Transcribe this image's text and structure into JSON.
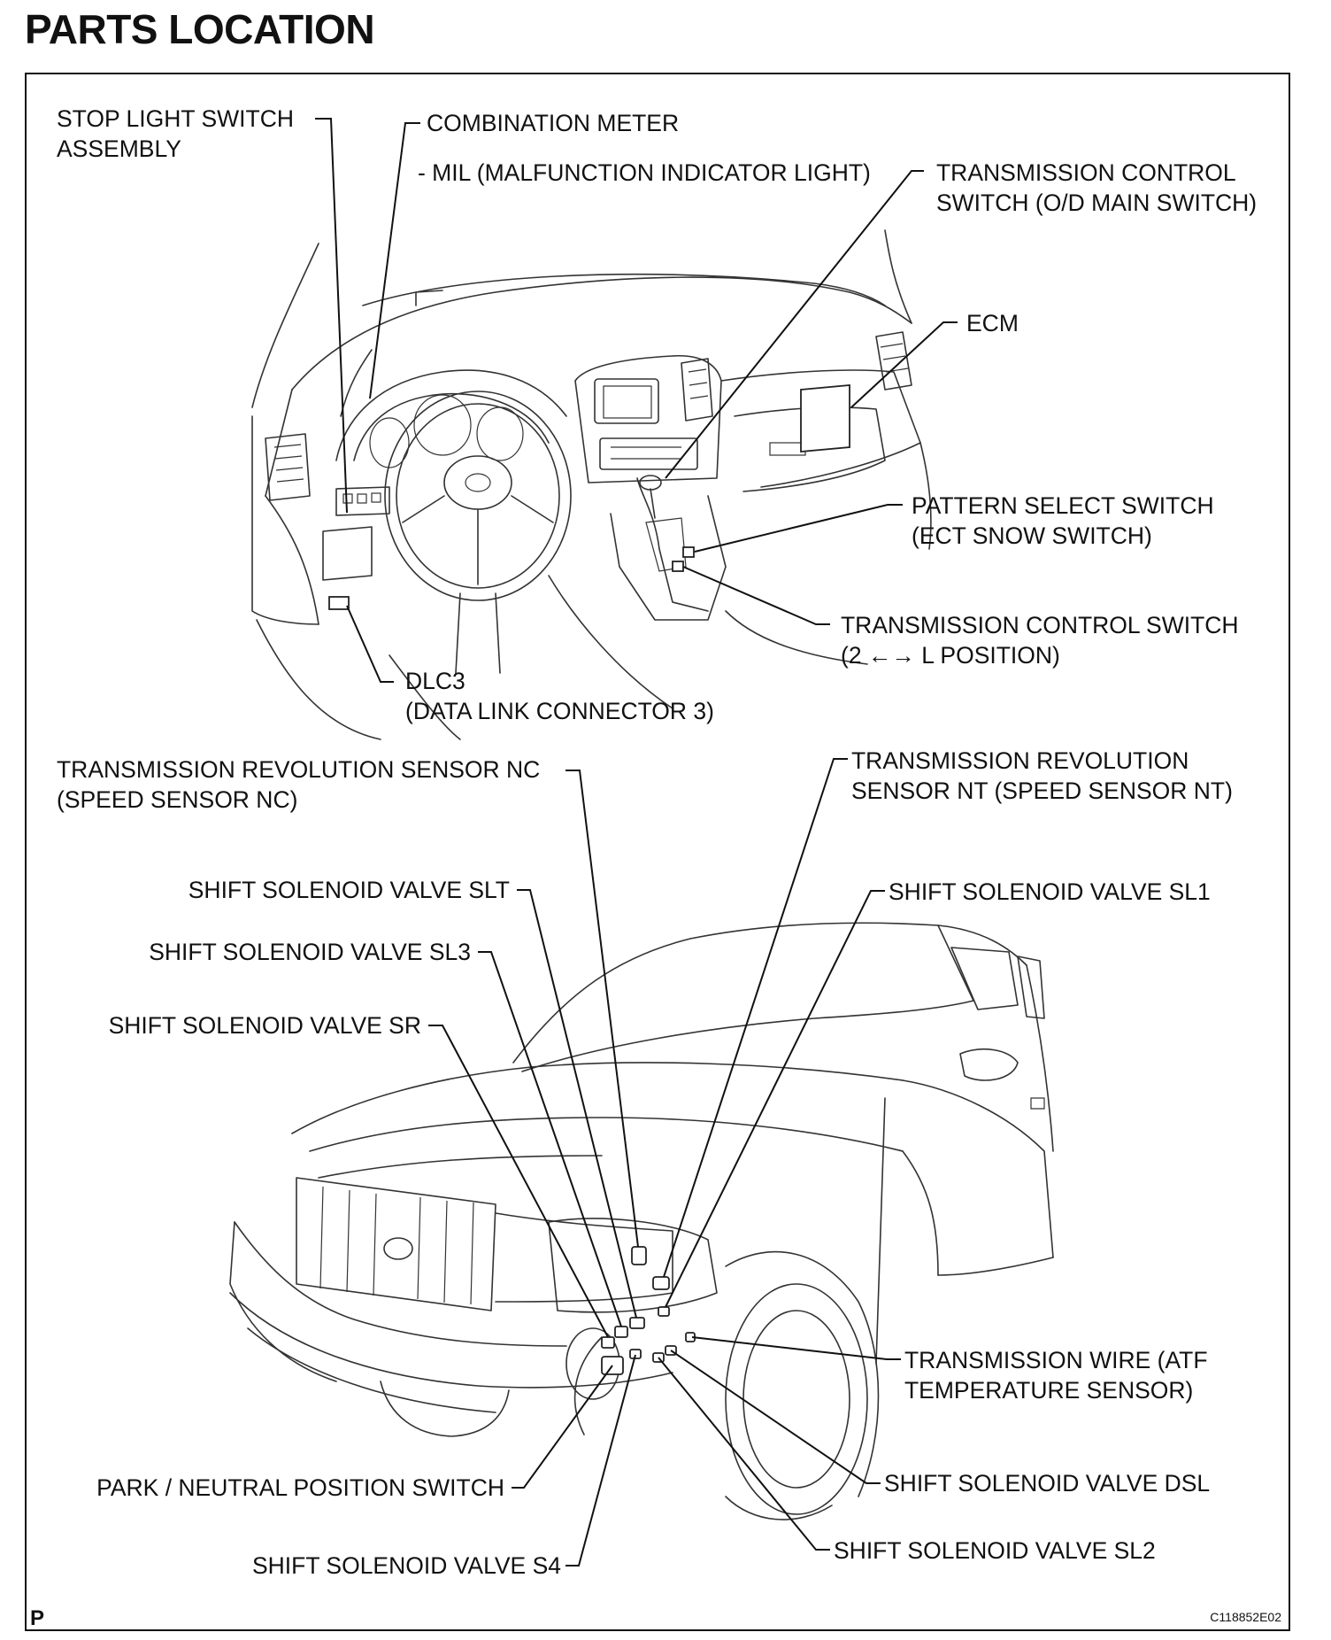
{
  "title": "PARTS LOCATION",
  "labels": {
    "stop_light_switch": [
      "STOP LIGHT SWITCH",
      "ASSEMBLY"
    ],
    "combination_meter": [
      "COMBINATION METER"
    ],
    "mil": [
      "- MIL (MALFUNCTION INDICATOR LIGHT)"
    ],
    "transmission_control_switch_od": [
      "TRANSMISSION CONTROL",
      "SWITCH (O/D MAIN SWITCH)"
    ],
    "ecm": [
      "ECM"
    ],
    "pattern_select_switch": [
      "PATTERN SELECT SWITCH",
      "(ECT SNOW SWITCH)"
    ],
    "transmission_control_switch_2l": [
      "TRANSMISSION CONTROL SWITCH",
      "(2 ←→ L POSITION)"
    ],
    "dlc3": [
      "DLC3",
      "(DATA LINK CONNECTOR 3)"
    ],
    "speed_sensor_nc": [
      "TRANSMISSION REVOLUTION SENSOR NC",
      "(SPEED SENSOR NC)"
    ],
    "speed_sensor_nt": [
      "TRANSMISSION REVOLUTION",
      "SENSOR NT (SPEED SENSOR NT)"
    ],
    "shift_solenoid_slt": [
      "SHIFT SOLENOID VALVE SLT"
    ],
    "shift_solenoid_sl1": [
      "SHIFT SOLENOID VALVE SL1"
    ],
    "shift_solenoid_sl3": [
      "SHIFT SOLENOID VALVE SL3"
    ],
    "shift_solenoid_sr": [
      "SHIFT SOLENOID VALVE SR"
    ],
    "transmission_wire": [
      "TRANSMISSION WIRE (ATF",
      "TEMPERATURE SENSOR)"
    ],
    "park_neutral_switch": [
      "PARK / NEUTRAL POSITION SWITCH"
    ],
    "shift_solenoid_dsl": [
      "SHIFT SOLENOID VALVE DSL"
    ],
    "shift_solenoid_s4": [
      "SHIFT SOLENOID VALVE S4"
    ],
    "shift_solenoid_sl2": [
      "SHIFT SOLENOID VALVE SL2"
    ]
  },
  "footer": {
    "page_marker": "P",
    "figure_code": "C118852E02"
  }
}
